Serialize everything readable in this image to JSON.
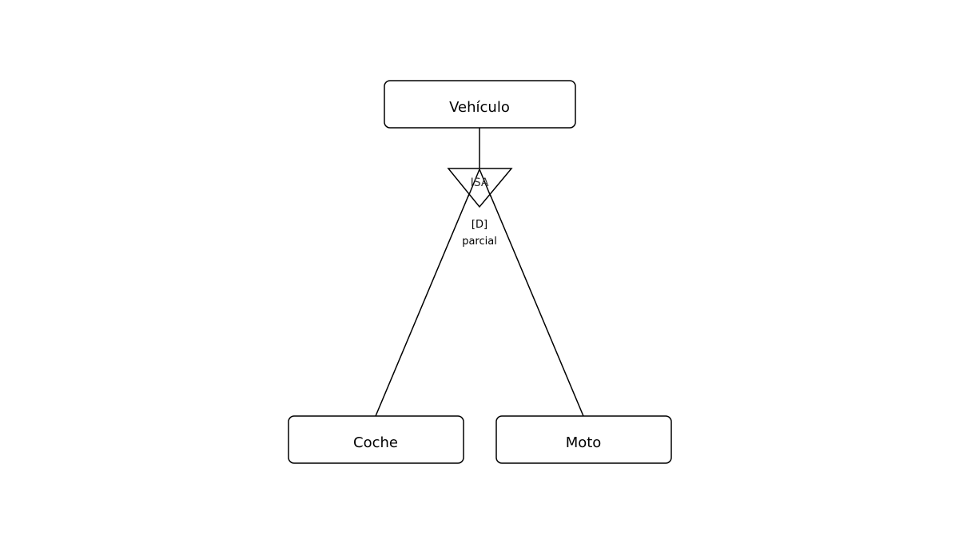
{
  "diagram": {
    "parent_entity": "Vehículo",
    "isa_label": "ISA",
    "constraint": {
      "disjointness": "[D]",
      "completeness": "parcial"
    },
    "child_entities": [
      "Coche",
      "Moto"
    ]
  }
}
